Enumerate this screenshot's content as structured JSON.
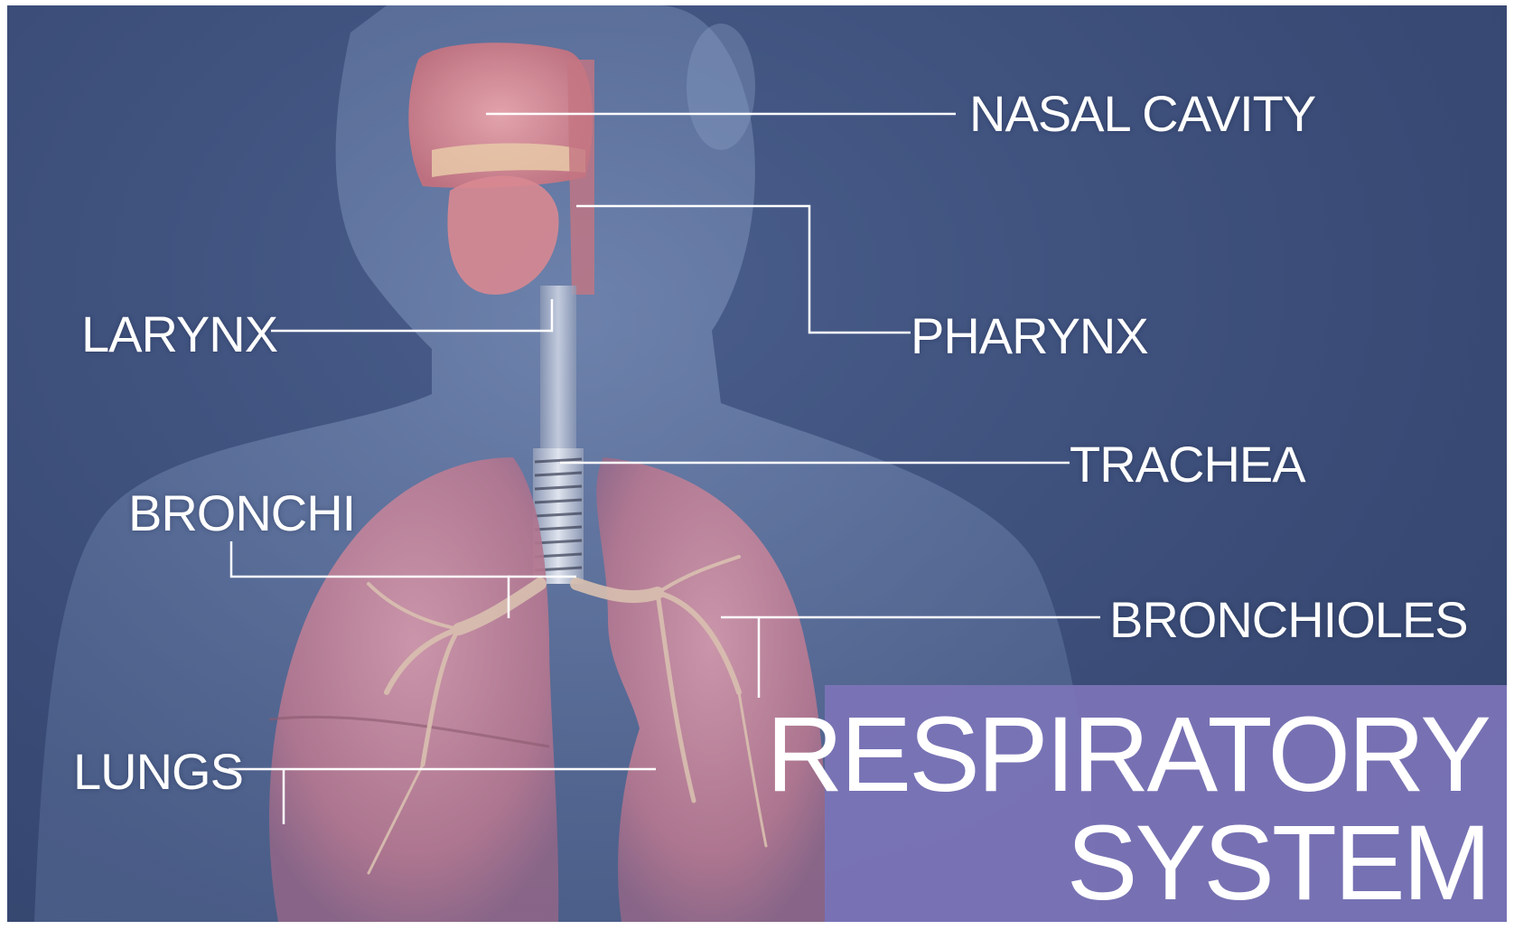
{
  "labels": {
    "nasal_cavity": "NASAL CAVITY",
    "pharynx": "PHARYNX",
    "larynx": "LARYNX",
    "trachea": "TRACHEA",
    "bronchi": "BRONCHI",
    "bronchioles": "BRONCHIOLES",
    "lungs": "LUNGS"
  },
  "title": {
    "line1": "RESPIRATORY",
    "line2": "SYSTEM"
  },
  "colors": {
    "background": "#3b4d78",
    "label_text": "#ffffff",
    "leader_lines": "#ffffff",
    "title_panel": "#7c74b8",
    "lung_tissue": "#c98a9e",
    "airway_tissue": "#e39aa4"
  }
}
